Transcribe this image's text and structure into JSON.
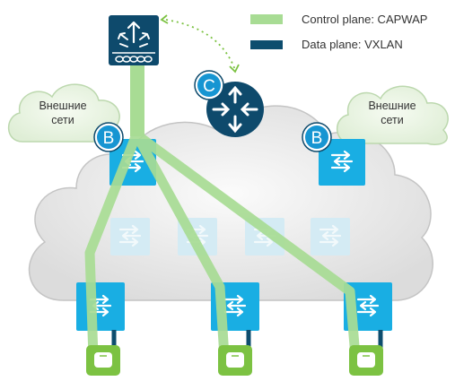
{
  "legend": {
    "control_plane": "Control plane: CAPWAP",
    "data_plane": "Data plane: VXLAN"
  },
  "external_networks": {
    "left": {
      "line1": "Внешние",
      "line2": "сети"
    },
    "right": {
      "line1": "Внешние",
      "line2": "сети"
    }
  },
  "badges": {
    "control_plane_node": "C",
    "border_node_left": "B",
    "border_node_right": "B"
  },
  "colors": {
    "capwap": "#a8dc94",
    "vxlan": "#0d4d6e",
    "switch": "#19aee3",
    "switch_faded": "#cfe9f3",
    "wlc": "#0e4a6c",
    "router": "#0e4a6c",
    "access_point": "#7cc242",
    "cloud": "#e6e6e6",
    "external_cloud": "#e9f3e3"
  },
  "icons": {
    "wlc": "wireless-lan-controller-icon",
    "router": "router-icon",
    "switch": "layer3-switch-icon",
    "access_point": "access-point-icon"
  }
}
